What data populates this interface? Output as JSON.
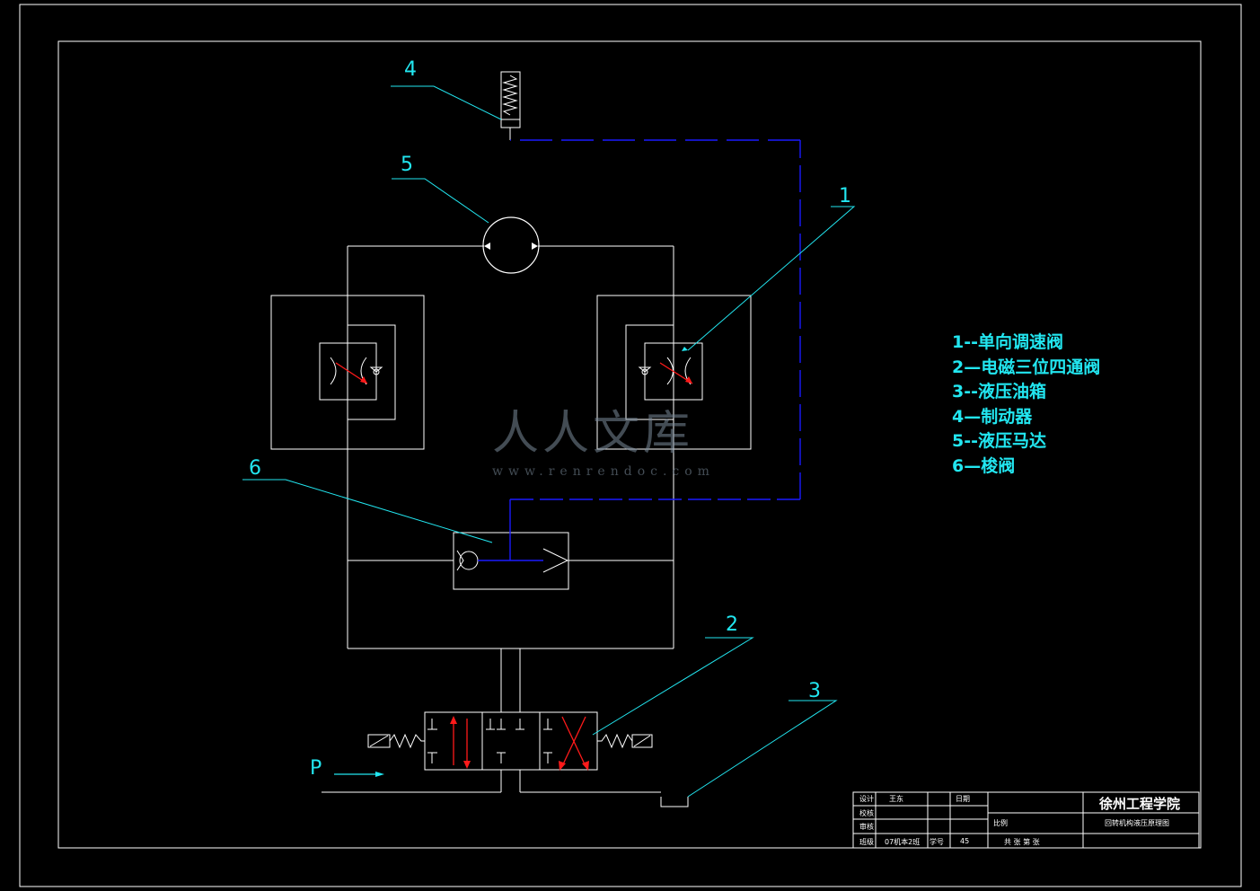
{
  "callouts": [
    "1",
    "2",
    "3",
    "4",
    "5",
    "6"
  ],
  "port_label": "P",
  "legend": [
    "1--单向调速阀",
    "2—电磁三位四通阀",
    "3--液压油箱",
    "4—制动器",
    "5--液压马达",
    "6—梭阀"
  ],
  "watermark": {
    "main": "人人文库",
    "sub": "www.renrendoc.com"
  },
  "title_block": {
    "school": "徐州工程学院",
    "drawing_name": "回转机构液压原理图",
    "design": "设计",
    "designer": "王东",
    "check": "校核",
    "review": "审核",
    "class_label": "班级",
    "class_value": "07机本2班",
    "student_no_label": "学号",
    "student_no_value": "45",
    "date": "日期",
    "scale": "比例",
    "sheets": "共 张  第 张"
  },
  "colors": {
    "background": "#000000",
    "line": "#ffffff",
    "callout": "#22e6f0",
    "control_line": "#1a1aff",
    "arrow": "#ff1a1a"
  }
}
